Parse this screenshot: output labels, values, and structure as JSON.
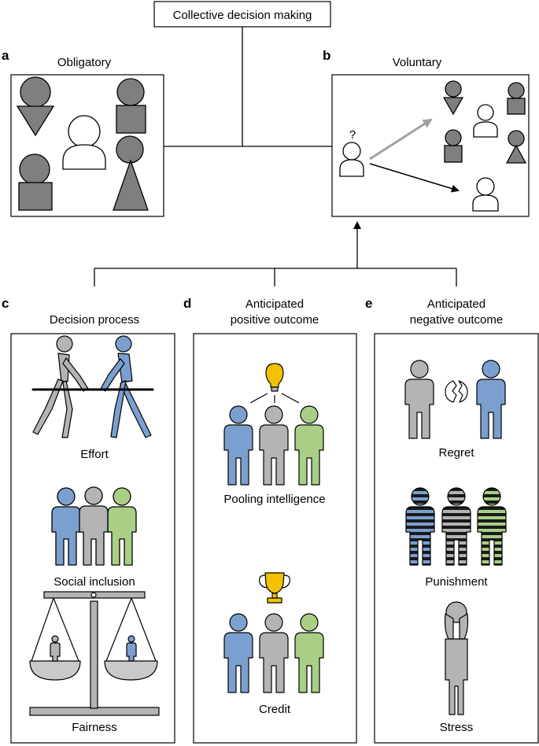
{
  "title": "Collective decision making",
  "panels": {
    "a": {
      "letter": "a",
      "label": "Obligatory"
    },
    "b": {
      "letter": "b",
      "label": "Voluntary",
      "question": "?"
    },
    "c": {
      "letter": "c",
      "label": "Decision process",
      "items": [
        "Effort",
        "Social inclusion",
        "Fairness"
      ]
    },
    "d": {
      "letter": "d",
      "label_line1": "Anticipated",
      "label_line2": "positive outcome",
      "items": [
        "Pooling intelligence",
        "Credit"
      ]
    },
    "e": {
      "letter": "e",
      "label_line1": "Anticipated",
      "label_line2": "negative outcome",
      "items": [
        "Regret",
        "Punishment",
        "Stress"
      ]
    }
  },
  "colors": {
    "blue": "#7b9fcf",
    "grey": "#b4b4b4",
    "green": "#a9cf86",
    "dark_grey": "#7f7f7f",
    "gold": "#f2c200",
    "arrow_grey": "#a0a0a0"
  }
}
